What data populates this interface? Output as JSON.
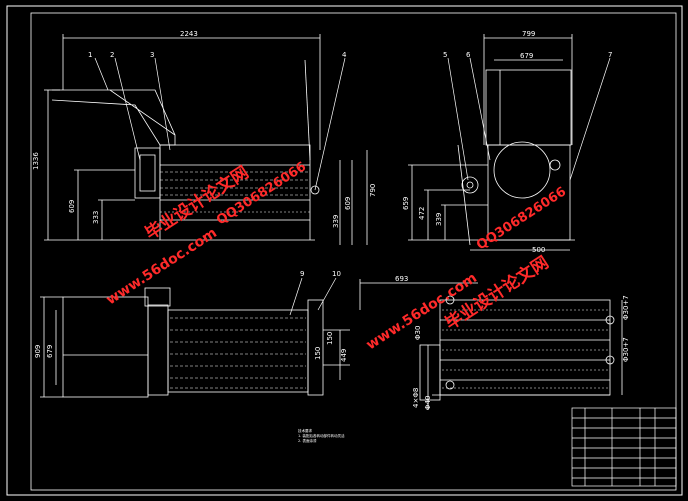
{
  "drawing": {
    "dimensions": {
      "overall_length": "2243",
      "overall_height": "1336",
      "height_a": "609",
      "height_b": "333",
      "height_right": "790",
      "height_c": "609",
      "height_d": "339",
      "width_top": "799",
      "width_inner": "679",
      "end_h1": "659",
      "end_h2": "472",
      "end_h3": "339",
      "end_w": "500",
      "plan_w1": "909",
      "plan_w2": "679",
      "plan_d1": "150",
      "plan_d2": "150",
      "plan_d3": "449",
      "right_len": "693",
      "right_l1": "4×Φ8",
      "right_l2": "Φ30",
      "right_l3": "Φ30+7",
      "right_l4": "Φ30+7",
      "right_l5": "Φ40"
    },
    "balloons": [
      "1",
      "2",
      "3",
      "4",
      "5",
      "6",
      "7",
      "9",
      "10"
    ],
    "notes": [
      "技术要求",
      "1. 装配后各转动部件转动灵活",
      "2. 表面涂漆"
    ]
  },
  "title_block": {
    "rows": [
      "",
      "",
      "",
      "",
      "",
      "",
      "",
      ""
    ],
    "right_rows": [
      "",
      "",
      ""
    ]
  },
  "watermarks": {
    "site": "www.56doc.com",
    "name": "毕业设计论文网",
    "qq": "QQ306826066"
  },
  "colors": {
    "background": "#000000",
    "lines": "#ffffff",
    "hatch": "#ffffff",
    "watermark": "#ff2a2a"
  }
}
